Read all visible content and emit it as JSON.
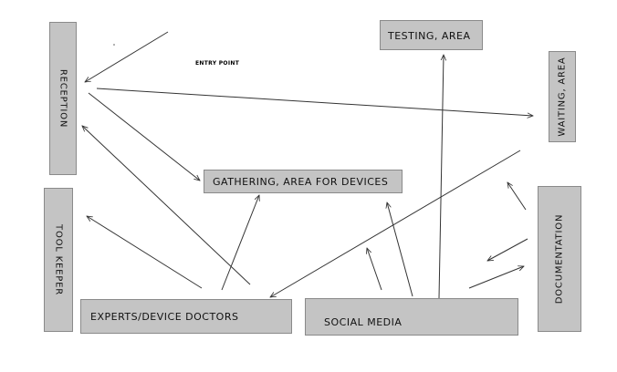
{
  "nodes": {
    "reception": "RECEPTION",
    "tool_keeper": "TOOL KEEPER",
    "testing_area": "TESTING, AREA",
    "waiting_area": "WAITING, AREA",
    "gathering_area": "GATHERING, AREA FOR DEVICES",
    "experts": "EXPERTS/DEVICE DOCTORS",
    "social_media": "SOCIAL MEDIA",
    "documentation": "DOCUMENTATION"
  },
  "annotations": {
    "entry_point": "ENTRY POINT"
  },
  "colors": {
    "box_fill": "#c4c4c4",
    "box_border": "#8a8a8a",
    "arrow": "#333333"
  }
}
